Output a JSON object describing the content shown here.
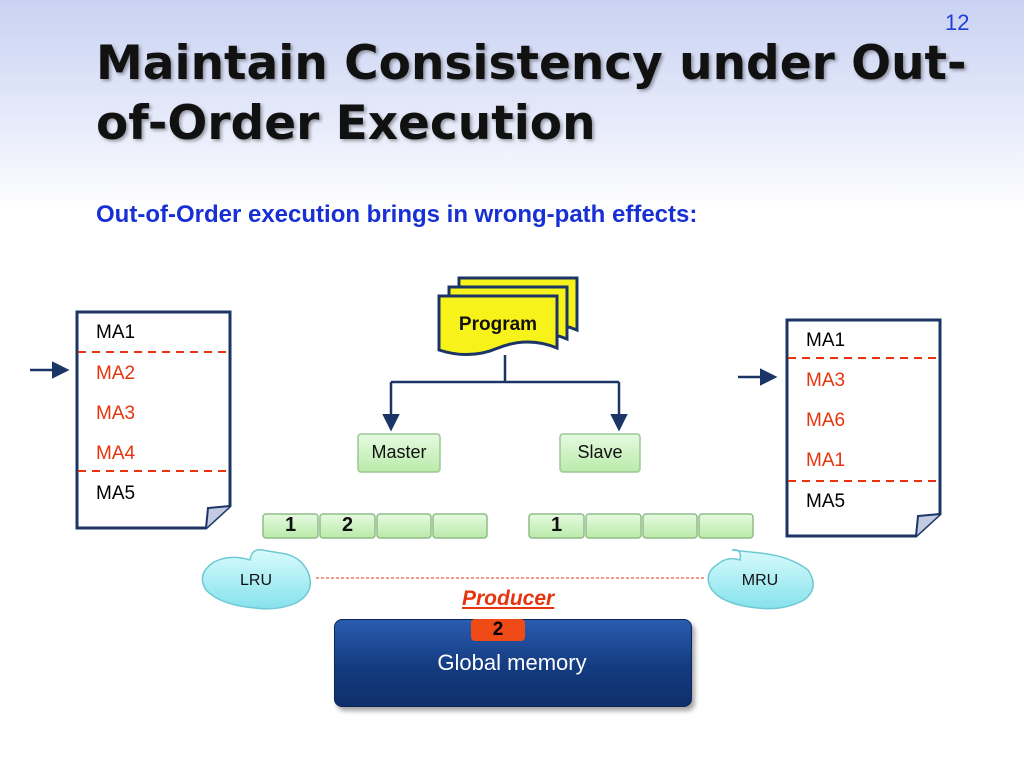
{
  "slide_number": "12",
  "title": "Maintain Consistency under Out-of-Order Execution",
  "subtitle": "Out-of-Order execution brings in wrong-path effects:",
  "program_label": "Program",
  "master_label": "Master",
  "slave_label": "Slave",
  "left_list": [
    {
      "text": "MA1",
      "color": "#000000"
    },
    {
      "text": "MA2",
      "color": "#e8330f"
    },
    {
      "text": "MA3",
      "color": "#e8330f"
    },
    {
      "text": "MA4",
      "color": "#e8330f"
    },
    {
      "text": "MA5",
      "color": "#000000"
    }
  ],
  "right_list": [
    {
      "text": "MA1",
      "color": "#000000"
    },
    {
      "text": "MA3",
      "color": "#e8330f"
    },
    {
      "text": "MA6",
      "color": "#e8330f"
    },
    {
      "text": "MA1",
      "color": "#e8330f"
    },
    {
      "text": "MA5",
      "color": "#000000"
    }
  ],
  "master_queue": [
    "1",
    "2",
    "",
    ""
  ],
  "slave_queue": [
    "1",
    "",
    "",
    ""
  ],
  "lru_label": "LRU",
  "mru_label": "MRU",
  "producer_label": "Producer",
  "global_memory": {
    "badge": "2",
    "label": "Global memory"
  },
  "colors": {
    "accent_blue": "#1730d6",
    "red": "#e8330f",
    "navy": "#143b80",
    "queue_green": "#c9f2c0",
    "program_yellow": "#f7f21a",
    "bubble_cyan": "#a8eef4"
  }
}
